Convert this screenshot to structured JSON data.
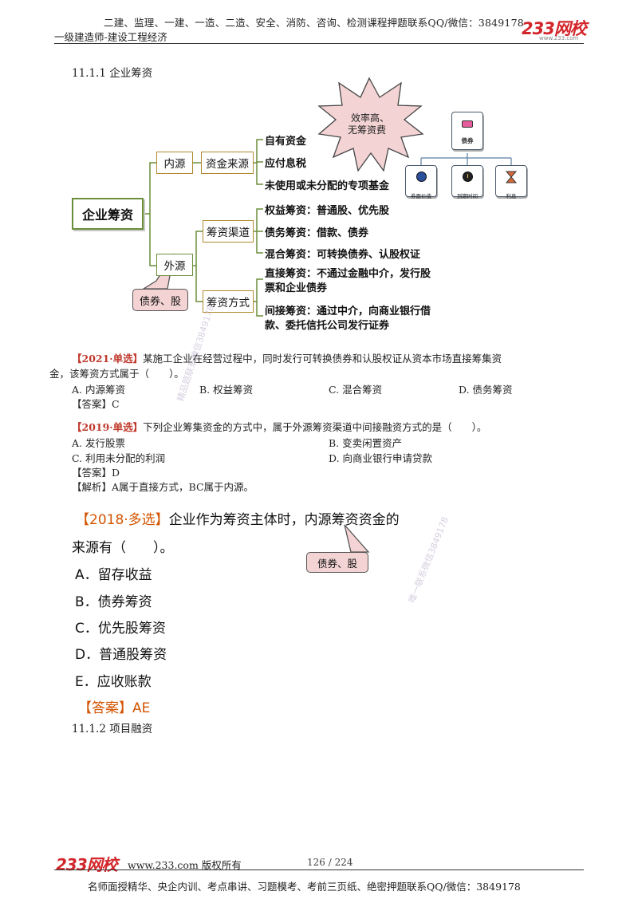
{
  "header": {
    "top_line": "二建、监理、一建、一造、二造、安全、消防、咨询、检测课程押题联系QQ/微信：3849178",
    "subtitle": "一级建造师-建设工程经济",
    "logo_text": "233网校",
    "logo_url": "www.233.com",
    "accent": "#d3262b"
  },
  "section_1": {
    "title": "11.1.1 企业筹资"
  },
  "mindmap": {
    "root": "企业筹资",
    "inner": "内源",
    "inner_child": "资金来源",
    "inner_items": [
      "自有资金",
      "应付息税",
      "未使用或未分配的专项基金"
    ],
    "outer": "外源",
    "channel": "筹资渠道",
    "channel_items": [
      "权益筹资：普通股、优先股",
      "债务筹资：借款、债券",
      "混合筹资：可转换债券、认股权证"
    ],
    "method": "筹资方式",
    "method_items": [
      "直接筹资：不通过金融中介，发行股票和企业债券",
      "间接筹资：通过中介，向商业银行借款、委托信托公司发行证券"
    ],
    "starburst": [
      "效率高、",
      "无筹资费"
    ],
    "callout": "债券、股",
    "bond_icon": {
      "title": "债券",
      "items": [
        "券面价值",
        "到期时间",
        "利息"
      ],
      "icons": [
        "coin-icon",
        "clock-icon",
        "hourglass-icon"
      ]
    }
  },
  "q1": {
    "tag": "【2021·单选】",
    "stem_1": "某施工企业在经营过程中，同时发行可转换债券和认股权证从资本市场直接筹集资",
    "stem_2": "金，该筹资方式属于（　　）。",
    "options": [
      "A. 内源筹资",
      "B. 权益筹资",
      "C. 混合筹资",
      "D. 债务筹资"
    ],
    "answer": "【答案】C"
  },
  "q2": {
    "tag": "【2019·单选】",
    "stem": "下列企业筹集资金的方式中，属于外源筹资渠道中间接融资方式的是（　　）。",
    "options": [
      "A. 发行股票",
      "B. 变卖闲置资产",
      "C. 利用未分配的利润",
      "D. 向商业银行申请贷款"
    ],
    "answer": "【答案】D",
    "analysis": "【解析】A属于直接方式，BC属于内源。"
  },
  "q3": {
    "tag": "【2018·多选】",
    "stem_1": "企业作为筹资主体时，内源筹资资金的",
    "stem_2": "来源有（　　）。",
    "options": [
      "A．留存收益",
      "B．债券筹资",
      "C．优先股筹资",
      "D．普通股筹资",
      "E．应收账款"
    ],
    "answer": "【答案】AE",
    "callout": "债券、股",
    "tag_color": "#d35400"
  },
  "section_2": {
    "title": "11.1.2 项目融资"
  },
  "watermarks": [
    "精品题联系微信3849178",
    "唯一联系微信3849178"
  ],
  "footer": {
    "logo_text": "233网校",
    "url_text": "www.233.com 版权所有",
    "page": "126 / 224",
    "bottom_line": "名师面授精华、央企内训、考点串讲、习题模考、考前三页纸、绝密押题联系QQ/微信：3849178"
  }
}
